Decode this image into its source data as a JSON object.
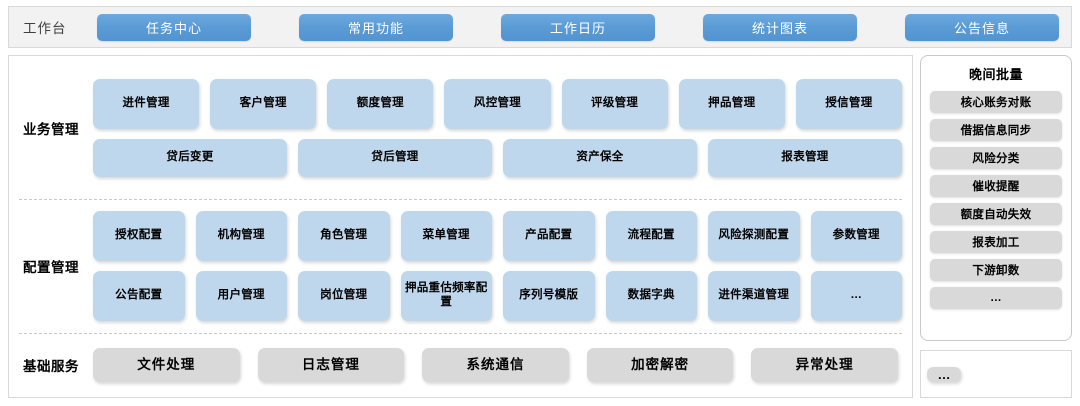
{
  "header": {
    "title": "工作台",
    "buttons": [
      {
        "label": "任务中心"
      },
      {
        "label": "常用功能"
      },
      {
        "label": "工作日历"
      },
      {
        "label": "统计图表"
      },
      {
        "label": "公告信息"
      }
    ]
  },
  "sections": [
    {
      "label": "业务管理",
      "rows": [
        {
          "tiles": [
            {
              "label": "进件管理"
            },
            {
              "label": "客户管理"
            },
            {
              "label": "额度管理"
            },
            {
              "label": "风控管理"
            },
            {
              "label": "评级管理"
            },
            {
              "label": "押品管理"
            },
            {
              "label": "授信管理"
            }
          ]
        },
        {
          "tiles": [
            {
              "label": "贷后变更"
            },
            {
              "label": "贷后管理"
            },
            {
              "label": "资产保全"
            },
            {
              "label": "报表管理"
            }
          ]
        }
      ]
    },
    {
      "label": "配置管理",
      "rows": [
        {
          "tiles": [
            {
              "label": "授权配置"
            },
            {
              "label": "机构管理"
            },
            {
              "label": "角色管理"
            },
            {
              "label": "菜单管理"
            },
            {
              "label": "产品配置"
            },
            {
              "label": "流程配置"
            },
            {
              "label": "风险探测配置"
            },
            {
              "label": "参数管理"
            }
          ]
        },
        {
          "tiles": [
            {
              "label": "公告配置"
            },
            {
              "label": "用户管理"
            },
            {
              "label": "岗位管理"
            },
            {
              "label": "押品重估频率配置"
            },
            {
              "label": "序列号模版"
            },
            {
              "label": "数据字典"
            },
            {
              "label": "进件渠道管理"
            },
            {
              "label": "…"
            }
          ]
        }
      ]
    },
    {
      "label": "基础服务",
      "rows": [
        {
          "tiles": [
            {
              "label": "文件处理"
            },
            {
              "label": "日志管理"
            },
            {
              "label": "系统通信"
            },
            {
              "label": "加密解密"
            },
            {
              "label": "异常处理"
            }
          ]
        }
      ]
    }
  ],
  "sidebar": {
    "title": "晚间批量",
    "items": [
      {
        "label": "核心账务对账"
      },
      {
        "label": "借据信息同步"
      },
      {
        "label": "风险分类"
      },
      {
        "label": "催收提醒"
      },
      {
        "label": "额度自动失效"
      },
      {
        "label": "报表加工"
      },
      {
        "label": "下游卸数"
      },
      {
        "label": "…"
      }
    ],
    "bottom_more": "…"
  },
  "colors": {
    "header_button": "#5b9bd5",
    "tile_blue": "#bfd7ec",
    "tile_grey": "#d9d9d9",
    "header_bar": "#f2f2f2",
    "border": "#d9d9d9"
  }
}
